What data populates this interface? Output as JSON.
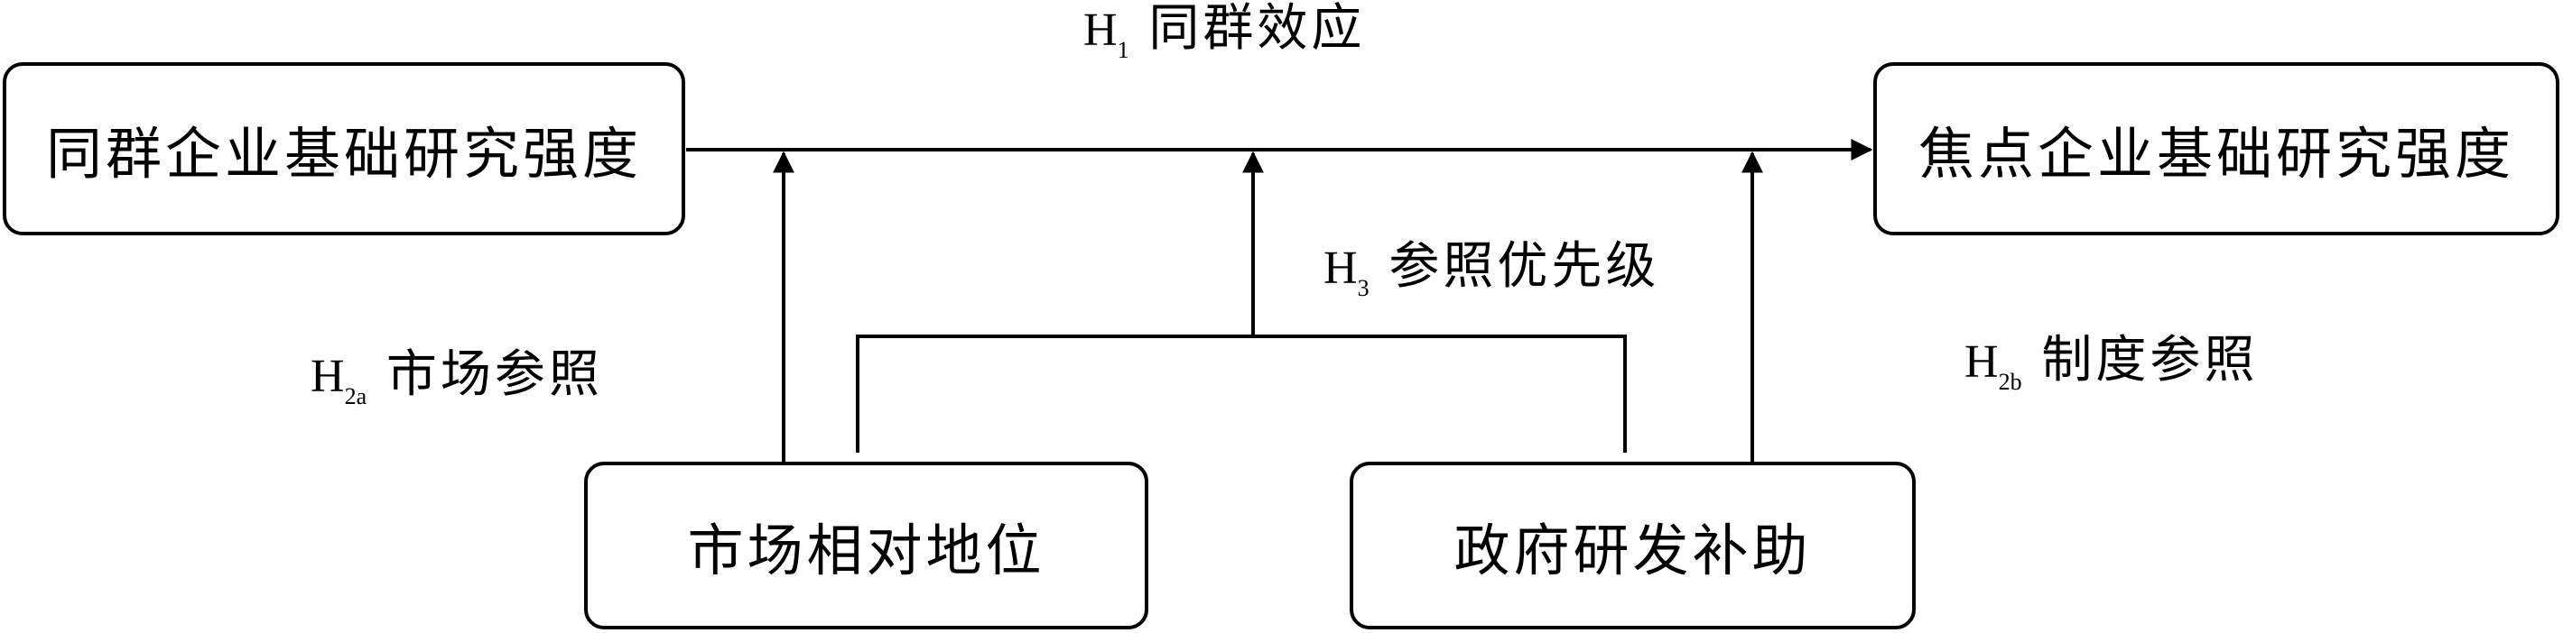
{
  "boxes": {
    "peer": "同群企业基础研究强度",
    "focal": "焦点企业基础研究强度",
    "market": "市场相对地位",
    "gov": "政府研发补助"
  },
  "labels": {
    "h1": {
      "h": "H",
      "sub": "1",
      "text": "同群效应"
    },
    "h3": {
      "h": "H",
      "sub": "3",
      "text": "参照优先级"
    },
    "h2a": {
      "h": "H",
      "sub": "2a",
      "text": "市场参照"
    },
    "h2b": {
      "h": "H",
      "sub": "2b",
      "text": "制度参照"
    }
  },
  "colors": {
    "line": "#000000",
    "background": "#ffffff"
  }
}
